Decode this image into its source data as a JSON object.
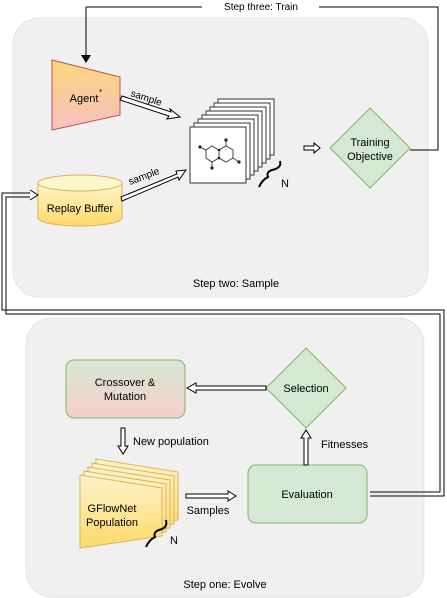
{
  "top_loop_label": "Step three: Train",
  "panels": {
    "sample": {
      "caption": "Step two: Sample"
    },
    "evolve": {
      "caption": "Step one: Evolve"
    }
  },
  "nodes": {
    "agent": {
      "label": "Agent",
      "superscript": "*"
    },
    "replay_buffer": {
      "label": "Replay Buffer"
    },
    "training_objective": {
      "line1": "Training",
      "line2": "Objective"
    },
    "crossover": {
      "line1": "Crossover &",
      "line2": "Mutation"
    },
    "selection": {
      "label": "Selection"
    },
    "gflownet_population": {
      "line1": "GFlowNet",
      "line2": "Population"
    },
    "evaluation": {
      "label": "Evaluation"
    }
  },
  "edges": {
    "agent_sample": "sample",
    "buffer_sample": "sample",
    "samples_stack_count": "N",
    "new_population": "New population",
    "fitnesses": "Fitnesses",
    "samples": "Samples",
    "population_count": "N"
  },
  "colors": {
    "panel_fill": "#f0f0f0",
    "agent_gradient": [
      "#fdd57a",
      "#f7c1c1"
    ],
    "agent_stroke": "#b85450",
    "buffer_gradient": [
      "#fff6cc",
      "#fed967"
    ],
    "buffer_stroke": "#d6b656",
    "green_fill": "#d5e8d4",
    "green_stroke": "#82b366",
    "crossover_gradient": [
      "#d5e8d4",
      "#f8cecc"
    ],
    "population_gradient": [
      "#fff2cc",
      "#fed967"
    ]
  }
}
